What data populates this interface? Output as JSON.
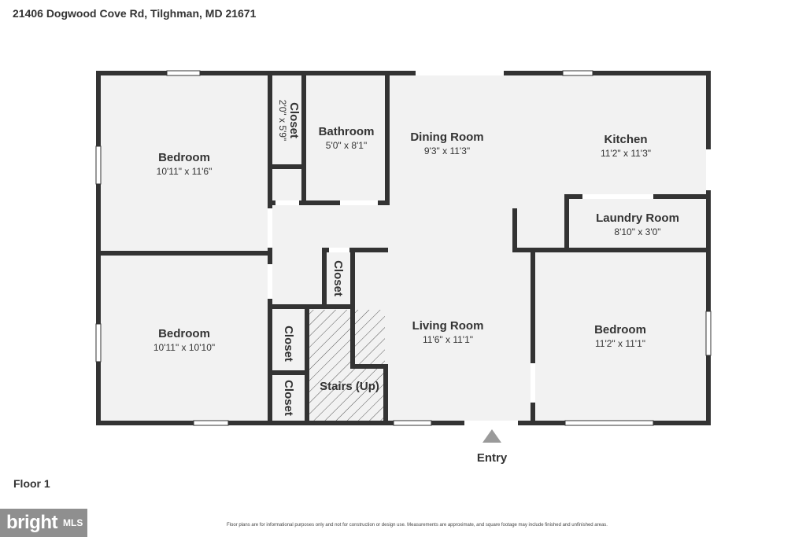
{
  "header": {
    "address": "21406 Dogwood Cove Rd, Tilghman, MD 21671"
  },
  "floor": {
    "label": "Floor 1"
  },
  "rooms": {
    "bedroom_top_left": {
      "name": "Bedroom",
      "dims": "10'11\" x 11'6\""
    },
    "bedroom_bottom_left": {
      "name": "Bedroom",
      "dims": "10'11\" x 10'10\""
    },
    "closet_top": {
      "name": "Closet",
      "dims": "2'0\" x 5'9\""
    },
    "bathroom": {
      "name": "Bathroom",
      "dims": "5'0\" x 8'1\""
    },
    "dining_room": {
      "name": "Dining Room",
      "dims": "9'3\" x 11'3\""
    },
    "kitchen": {
      "name": "Kitchen",
      "dims": "11'2\" x 11'3\""
    },
    "laundry_room": {
      "name": "Laundry Room",
      "dims": "8'10\" x 3'0\""
    },
    "closet_hall": {
      "name": "Closet"
    },
    "living_room": {
      "name": "Living Room",
      "dims": "11'6\" x 11'1\""
    },
    "bedroom_right": {
      "name": "Bedroom",
      "dims": "11'2\" x 11'1\""
    },
    "closet_mid": {
      "name": "Closet"
    },
    "closet_low": {
      "name": "Closet"
    },
    "stairs": {
      "name": "Stairs (Up)"
    }
  },
  "entry": {
    "label": "Entry"
  },
  "footer": {
    "disclaimer": "Floor plans are for informational purposes only and not for construction or design use. Measurements are approximate, and square footage may include finished and unfinished areas.",
    "logo_brand": "bright",
    "logo_suffix": "MLS"
  },
  "colors": {
    "wall": "#333333",
    "floor": "#f2f2f2",
    "window": "#ffffff",
    "logo_bg": "#8f8f8f"
  }
}
